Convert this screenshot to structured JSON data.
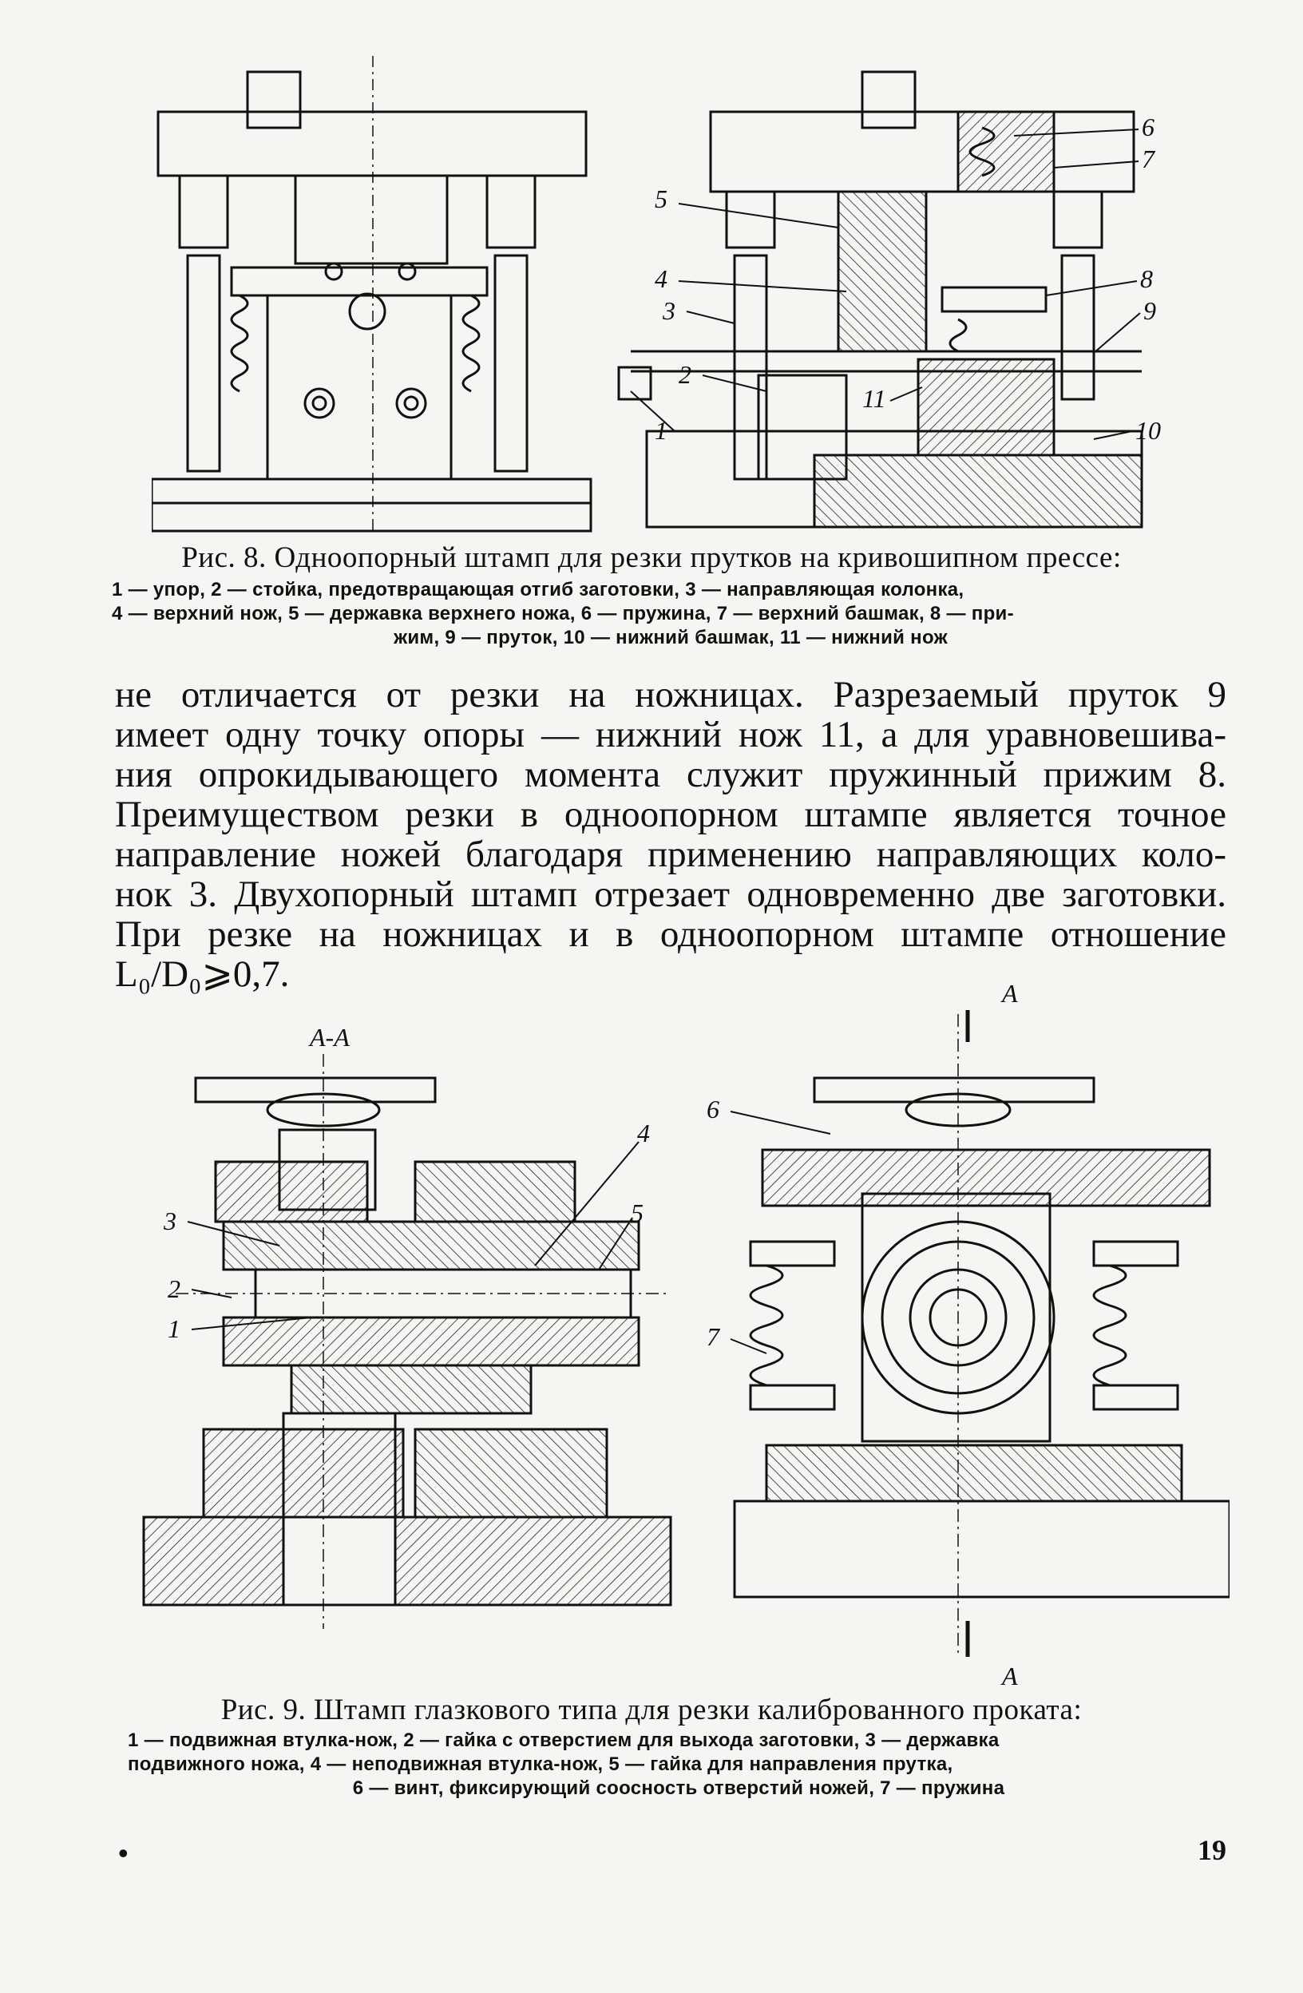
{
  "figure8": {
    "caption_title": "Рис. 8. Одноопорный штамп для резки прутков на кривошипном прессе:",
    "legend_lines": [
      "1 — упор, 2 — стойка, предотвращающая отгиб заготовки, 3 — направляющая колонка,",
      "4 — верхний нож, 5 — державка верхнего ножа, 6 — пружина, 7 — верхний башмак, 8 — при-",
      "жим, 9 — пруток, 10 — нижний башмак, 11 — нижний нож"
    ],
    "labels": [
      "1",
      "2",
      "3",
      "4",
      "5",
      "6",
      "7",
      "8",
      "9",
      "10",
      "11"
    ]
  },
  "body_text": [
    "не отличается от резки на ножницах. Разрезаемый пруток 9",
    "имеет одну точку опоры — нижний нож 11, а для уравновешива-",
    "ния опрокидывающего момента служит пружинный прижим 8.",
    "Преимуществом резки в одноопорном штампе является точное",
    "направление ножей благодаря применению направляющих коло-",
    "нок 3. Двухопорный штамп отрезает одновременно две заготовки.",
    "При резке на ножницах и в одноопорном штампе отношение",
    "L₀/D₀⩾0,7."
  ],
  "figure9": {
    "section_label": "А-А",
    "cut_labels": [
      "А",
      "А"
    ],
    "labels": [
      "1",
      "2",
      "3",
      "4",
      "5",
      "6",
      "7"
    ],
    "caption_title": "Рис. 9. Штамп глазкового типа для резки калиброванного проката:",
    "legend_lines": [
      "1 — подвижная втулка-нож, 2 — гайка с отверстием для выхода заготовки, 3 — державка",
      "подвижного ножа, 4 — неподвижная втулка-нож, 5 — гайка для направления прутка,",
      "6 — винт, фиксирующий соосность отверстий ножей, 7 — пружина"
    ]
  },
  "footer": {
    "bullet": "•",
    "page_number": "19"
  }
}
